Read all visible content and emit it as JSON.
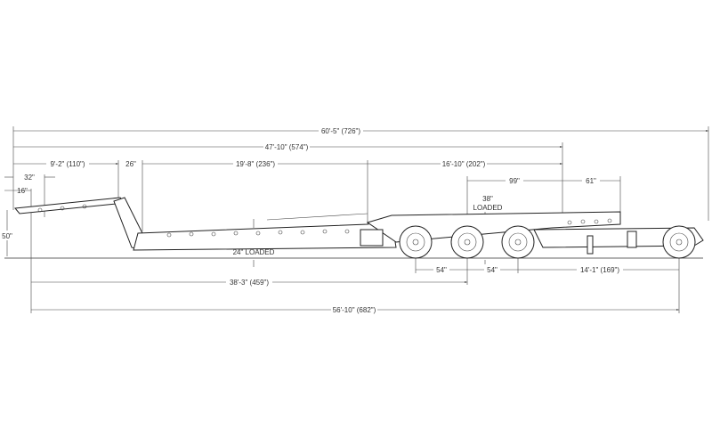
{
  "drawing": {
    "dimensions": {
      "overall_length": "60'-5\" (726\")",
      "deck_to_rear": "47'-10\" (574\")",
      "gooseneck_length": "9'-2\" (110\")",
      "kingpin_32": "32\"",
      "kingpin_16": "16\"",
      "neck_26": "26\"",
      "well_length": "19'-8\" (236\")",
      "rear_deck": "16'-10\" (202\")",
      "rear_99": "99\"",
      "rear_61": "61\"",
      "height_50": "50\"",
      "well_height": "24\" LOADED",
      "rear_height_value": "38\"",
      "rear_height_label": "LOADED",
      "axle_spread_1": "54\"",
      "axle_spread_2": "54\"",
      "axle_to_dolly": "14'-1\" (169\")",
      "kingpin_to_center_axle": "38'-3\" (459\")",
      "kingpin_to_dolly": "56'-10\" (682\")"
    }
  }
}
